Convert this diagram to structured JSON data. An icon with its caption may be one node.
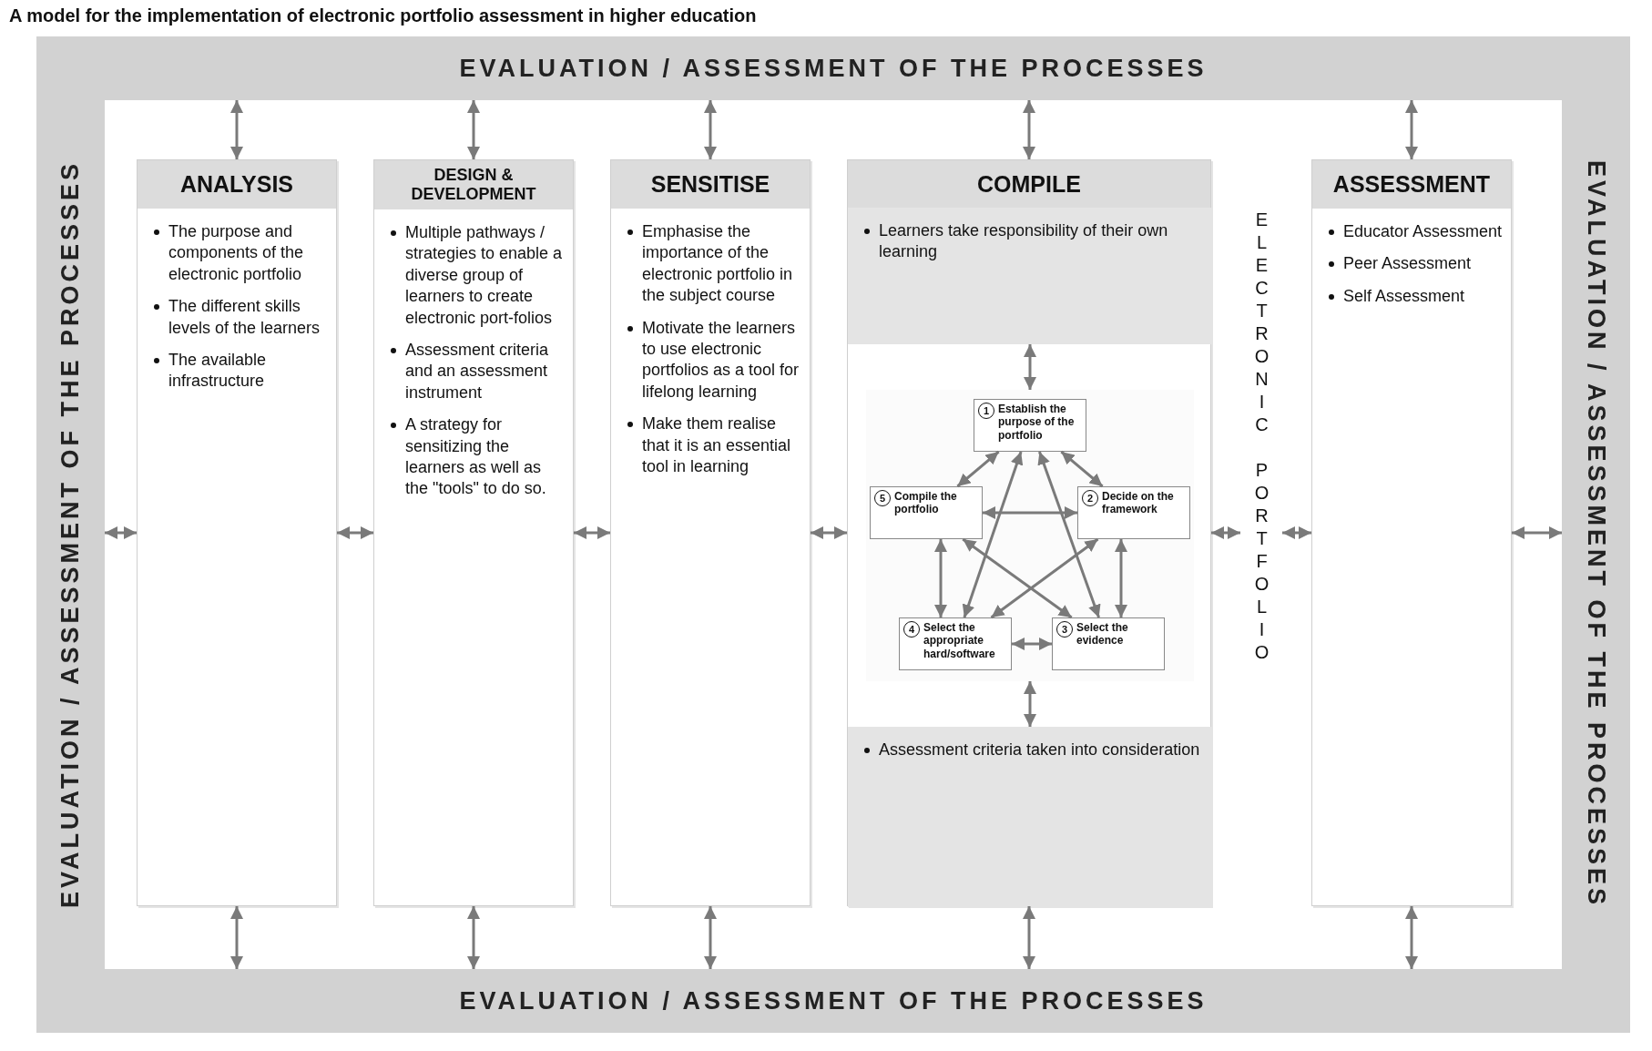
{
  "diagram": {
    "title": "A model for the implementation of electronic portfolio assessment in higher education",
    "nodes": [
      {
        "text": [
          "EVALUATION / ASSESSMENT OF THE PROCESSES"
        ]
      },
      {
        "text": [
          "EVALUATION / ASSESSMENT OF THE PROCESSES"
        ]
      },
      {
        "text": [
          "EVALUATION / ASSESSMENT OF THE PROCESSES"
        ]
      },
      {
        "text": [
          "EVALUATION / ASSESSMENT OF THE PROCESSES"
        ]
      },
      {
        "text": [
          "ANALYSIS",
          "The purpose and components of the electronic portfolio",
          "The different skills levels of the learners",
          "The available infrastructure"
        ]
      },
      {
        "text": [
          "DESIGN & DEVELOPMENT",
          "Multiple pathways / strategies to enable a diverse group of learners to create electronic port-folios",
          "Assessment criteria and an assessment instrument",
          "A strategy for sensitizing the learners as well as the \"tools\" to do so."
        ]
      },
      {
        "text": [
          "SENSITISE",
          "Emphasise the importance of the electronic portfolio in the subject course",
          "Motivate the learners to use electronic portfolios as a tool for lifelong learning",
          "Make them realise that it is an essential tool in learning"
        ]
      },
      {
        "text": [
          "COMPILE"
        ]
      },
      {
        "text": [
          "Learners take responsibility of their own learning"
        ],
        "in": 7
      },
      {
        "text": [],
        "shape": "picture",
        "in": 7
      },
      {
        "text": [
          "1",
          "Establish the purpose of the portfolio"
        ],
        "in": 9
      },
      {
        "text": [
          "2",
          "Decide on the framework"
        ],
        "in": 9
      },
      {
        "text": [
          "3",
          "Select the evidence"
        ],
        "in": 9
      },
      {
        "text": [
          "4",
          "Select the appropriate hard/software"
        ],
        "in": 9
      },
      {
        "text": [
          "5",
          "Compile the portfolio"
        ],
        "in": 9
      },
      {
        "text": [
          "Assessment criteria taken into consideration"
        ],
        "in": 7
      },
      {
        "text": [
          "ELECTRONIC PORTFOLIO"
        ]
      },
      {
        "text": [
          "ASSESSMENT",
          "Educator Assessment",
          "Peer Assessment",
          "Self Assessment"
        ]
      }
    ],
    "edges": [
      {
        "from": 0,
        "to": 4,
        "arrow": "both"
      },
      {
        "from": 0,
        "to": 5,
        "arrow": "both"
      },
      {
        "from": 0,
        "to": 6,
        "arrow": "both"
      },
      {
        "from": 0,
        "to": 7,
        "arrow": "both"
      },
      {
        "from": 0,
        "to": 17,
        "arrow": "both"
      },
      {
        "from": 1,
        "to": 4,
        "arrow": "both"
      },
      {
        "from": 4,
        "to": 5,
        "arrow": "both"
      },
      {
        "from": 5,
        "to": 6,
        "arrow": "both"
      },
      {
        "from": 6,
        "to": 7,
        "arrow": "both"
      },
      {
        "from": 7,
        "to": 16,
        "arrow": "both"
      },
      {
        "from": 16,
        "to": 17,
        "arrow": "both"
      },
      {
        "from": 17,
        "to": 2,
        "arrow": "both"
      },
      {
        "from": 8,
        "to": 9,
        "arrow": "both"
      },
      {
        "from": 10,
        "to": 11,
        "arrow": "both"
      },
      {
        "from": 11,
        "to": 12,
        "arrow": "both"
      },
      {
        "from": 12,
        "to": 13,
        "arrow": "both"
      },
      {
        "from": 13,
        "to": 14,
        "arrow": "both"
      },
      {
        "from": 14,
        "to": 10,
        "arrow": "both"
      },
      {
        "from": 10,
        "to": 12,
        "arrow": "both"
      },
      {
        "from": 10,
        "to": 13,
        "arrow": "both"
      },
      {
        "from": 11,
        "to": 13,
        "arrow": "both"
      },
      {
        "from": 11,
        "to": 14,
        "arrow": "both"
      },
      {
        "from": 12,
        "to": 14,
        "arrow": "both"
      },
      {
        "from": 9,
        "to": 15,
        "arrow": "both"
      },
      {
        "from": 4,
        "to": 3,
        "arrow": "both"
      },
      {
        "from": 5,
        "to": 3,
        "arrow": "both"
      },
      {
        "from": 6,
        "to": 3,
        "arrow": "both"
      },
      {
        "from": 7,
        "to": 3,
        "arrow": "both"
      },
      {
        "from": 17,
        "to": 3,
        "arrow": "both"
      }
    ]
  }
}
